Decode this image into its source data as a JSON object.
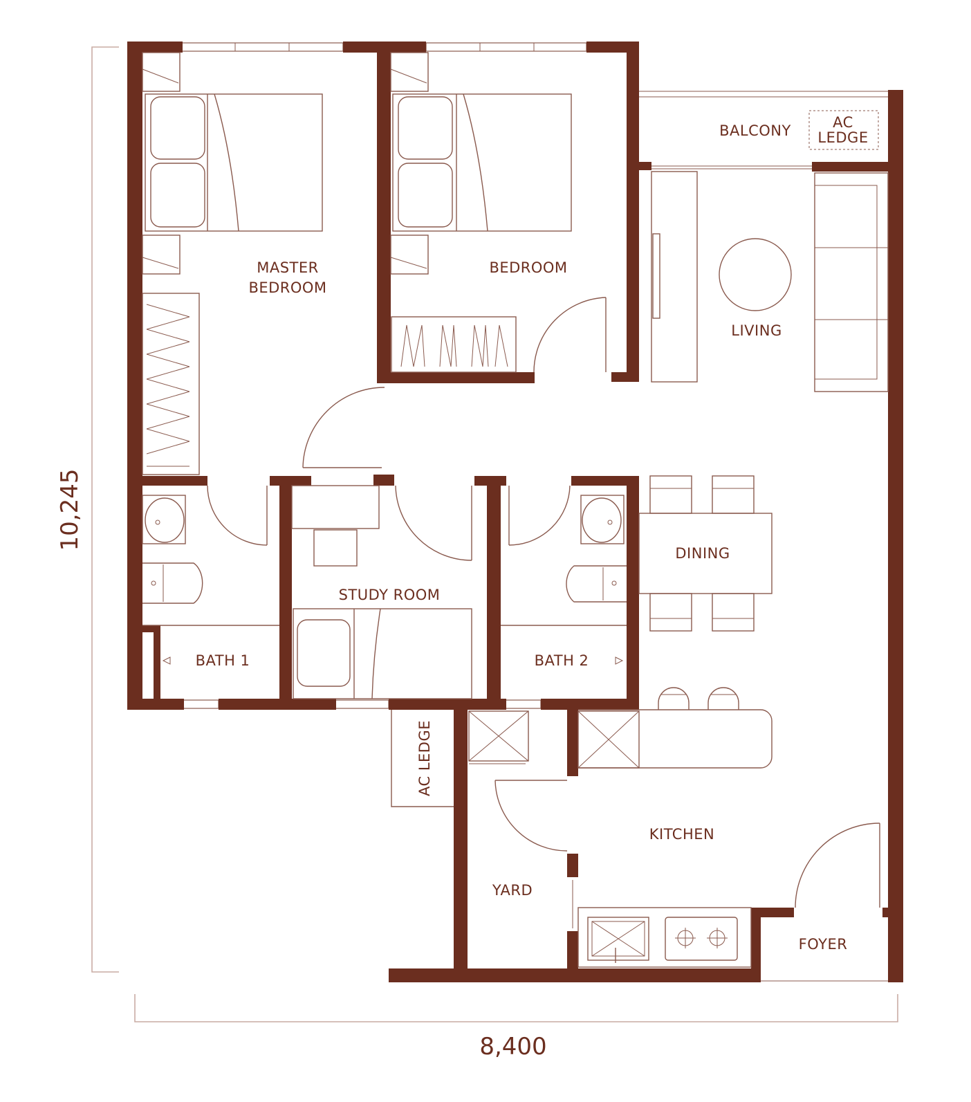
{
  "colors": {
    "wall": "#6b2e1f",
    "line": "#8a5a4e",
    "dimension": "#c9aca4"
  },
  "dimensions": {
    "height": "10,245",
    "width": "8,400"
  },
  "rooms": {
    "master_bedroom_line1": "MASTER",
    "master_bedroom_line2": "BEDROOM",
    "bedroom": "BEDROOM",
    "balcony": "BALCONY",
    "ac_ledge_top_line1": "AC",
    "ac_ledge_top_line2": "LEDGE",
    "living": "LIVING",
    "dining": "DINING",
    "study_room": "STUDY ROOM",
    "bath1": "BATH 1",
    "bath2": "BATH 2",
    "ac_ledge_side": "AC LEDGE",
    "kitchen": "KITCHEN",
    "yard": "YARD",
    "foyer": "FOYER"
  }
}
